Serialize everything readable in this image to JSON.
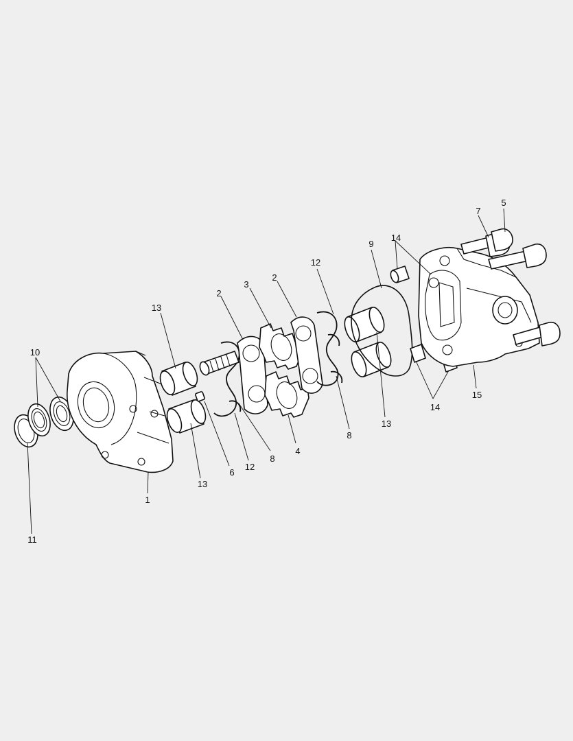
{
  "diagram": {
    "callouts": {
      "c1": "1",
      "c2a": "2",
      "c2b": "2",
      "c3": "3",
      "c4": "4",
      "c5": "5",
      "c6": "6",
      "c7": "7",
      "c8a": "8",
      "c8b": "8",
      "c9": "9",
      "c10": "10",
      "c11": "11",
      "c12a": "12",
      "c12b": "12",
      "c13a": "13",
      "c13b": "13",
      "c13c": "13",
      "c14a": "14",
      "c14b": "14",
      "c15": "15"
    }
  }
}
